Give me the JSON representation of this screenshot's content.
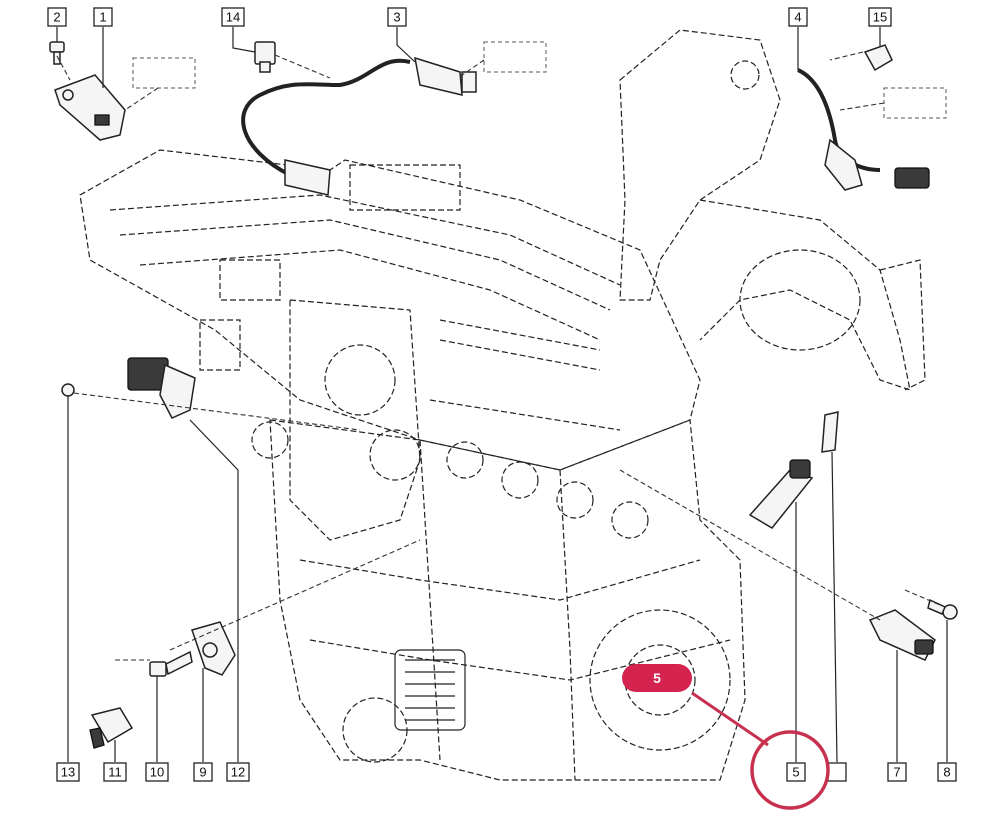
{
  "callouts": [
    {
      "id": "c2",
      "label": "2"
    },
    {
      "id": "c1",
      "label": "1"
    },
    {
      "id": "c14",
      "label": "14"
    },
    {
      "id": "c3",
      "label": "3"
    },
    {
      "id": "c4",
      "label": "4"
    },
    {
      "id": "c15",
      "label": "15"
    },
    {
      "id": "c13",
      "label": "13"
    },
    {
      "id": "c11",
      "label": "11"
    },
    {
      "id": "c10",
      "label": "10"
    },
    {
      "id": "c9",
      "label": "9"
    },
    {
      "id": "c12",
      "label": "12"
    },
    {
      "id": "c5",
      "label": "5"
    },
    {
      "id": "c6",
      "label": ""
    },
    {
      "id": "c7",
      "label": "7"
    },
    {
      "id": "c8",
      "label": "8"
    }
  ],
  "highlight": {
    "label": "5",
    "badge_color": "#d4234f",
    "ring_color": "#c8304f"
  }
}
